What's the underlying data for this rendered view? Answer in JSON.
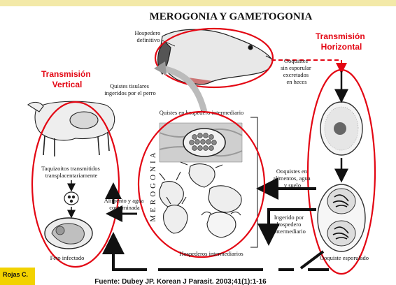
{
  "title": "MEROGONIA Y GAMETOGONIA",
  "host_definitive": [
    "Hospedero",
    "definitivo"
  ],
  "horizontal": [
    "Transmisión",
    "Horizontal"
  ],
  "vertical": [
    "Transmisión",
    "Vertical"
  ],
  "oocysts_unsporulated": [
    "Ooquistes",
    "sin esporular",
    "excretados",
    "en heces"
  ],
  "tissue_cysts": [
    "Quistes tisulares",
    "ingeridos por el perro"
  ],
  "intermediate_cysts": "Quistes en hospedero intermediario",
  "merogonia_vertical": "MEROGONIA",
  "tachyzoites": [
    "Taquizoitos transmitidos",
    "transplacentariamente"
  ],
  "food_water": [
    "Alimento y agua",
    "contaminada"
  ],
  "oocysts_env": [
    "Ooquistes en",
    "alimentos, agua",
    "y suelo"
  ],
  "ingested": [
    "Ingerido por",
    "hospedero",
    "intermediario"
  ],
  "infected_fetus": "Feto infectado",
  "intermediate_hosts": "Hospederos intermediarios",
  "oocyst_sporulated": "Ooquiste esporulado",
  "author": "Rojas C.",
  "source": "Fuente: Dubey JP. Korean J Parasit. 2003;41(1):1-16",
  "colors": {
    "accent": "#e30613",
    "arrow": "#111111",
    "badge": "#f2d200",
    "topbar": "#f3e9a8"
  }
}
